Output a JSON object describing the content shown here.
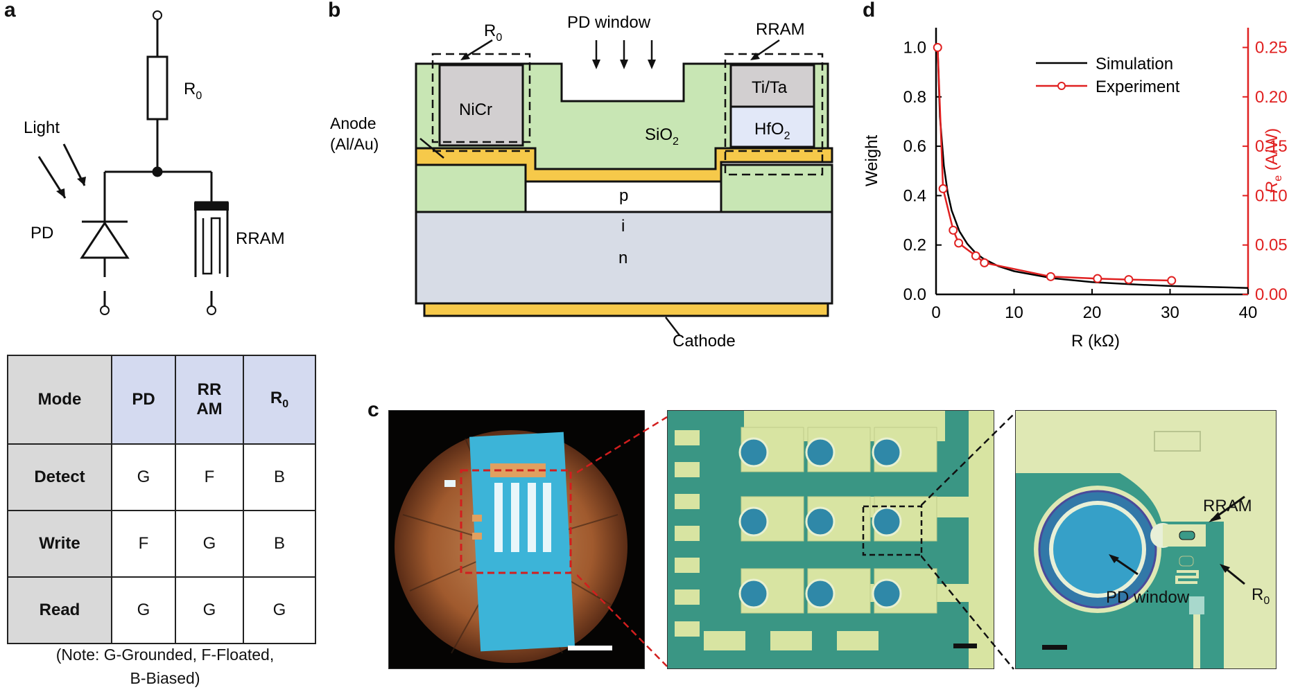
{
  "panels": {
    "a": "a",
    "b": "b",
    "c": "c",
    "d": "d"
  },
  "circuit": {
    "resistor": "R",
    "resistor_sub": "0",
    "light": "Light",
    "pd": "PD",
    "rram": "RRAM"
  },
  "table": {
    "header": [
      "Mode",
      "PD",
      "RR\nAM",
      "R0"
    ],
    "rows": [
      [
        "Detect",
        "G",
        "F",
        "B"
      ],
      [
        "Write",
        "F",
        "G",
        "B"
      ],
      [
        "Read",
        "G",
        "G",
        "G"
      ]
    ],
    "note_line1": "(Note: G-Grounded, F-Floated,",
    "note_line2": "B-Biased)"
  },
  "cross_section": {
    "r0_label": "R",
    "r0_sub": "0",
    "pd_window": "PD window",
    "rram_label": "RRAM",
    "nicr": "NiCr",
    "tita": "Ti/Ta",
    "hfo2": "HfO",
    "hfo2_sub": "2",
    "sio2": "SiO",
    "sio2_sub": "2",
    "anode1": "Anode",
    "anode2": "(Al/Au)",
    "p": "p",
    "i": "i",
    "n": "n",
    "cathode": "Cathode"
  },
  "photos": {
    "rram_callout": "RRAM",
    "r0_callout": "R",
    "r0_callout_sub": "0",
    "pd_window_callout": "PD window"
  },
  "chart_data": {
    "type": "line",
    "xlabel": "R (kΩ)",
    "ylabel": "Weight",
    "y2label": "R",
    "y2label_sub": "e",
    "y2label_unit": " (A/W)",
    "xlim": [
      0,
      40
    ],
    "ylim": [
      0,
      1.08
    ],
    "y2lim": [
      0,
      0.27
    ],
    "xticks": [
      0,
      10,
      20,
      30,
      40
    ],
    "yticks": [
      0.0,
      0.2,
      0.4,
      0.6,
      0.8,
      1.0
    ],
    "yticklabels": [
      "0.0",
      "0.2",
      "0.4",
      "0.6",
      "0.8",
      "1.0"
    ],
    "y2ticks": [
      0.0,
      0.05,
      0.1,
      0.15,
      0.2,
      0.25
    ],
    "y2ticklabels": [
      "0.00",
      "0.05",
      "0.10",
      "0.15",
      "0.20",
      "0.25"
    ],
    "legend_position": "top-right",
    "series": [
      {
        "name": "Simulation",
        "color": "#000000",
        "axis": "left",
        "x": [
          0.2,
          0.5,
          1,
          1.5,
          2,
          3,
          4,
          5,
          6,
          8,
          10,
          15,
          20,
          25,
          30,
          35,
          40
        ],
        "y": [
          1.0,
          0.72,
          0.52,
          0.41,
          0.34,
          0.255,
          0.205,
          0.17,
          0.146,
          0.114,
          0.094,
          0.065,
          0.05,
          0.041,
          0.034,
          0.03,
          0.026
        ]
      },
      {
        "name": "Experiment",
        "color": "#e02020",
        "axis": "right",
        "marker": "open-circle",
        "x": [
          0.2,
          0.9,
          2.2,
          2.9,
          5.1,
          6.2,
          14.7,
          20.7,
          24.7,
          30.2
        ],
        "y": [
          0.25,
          0.107,
          0.065,
          0.052,
          0.039,
          0.032,
          0.018,
          0.016,
          0.015,
          0.014
        ]
      }
    ]
  }
}
